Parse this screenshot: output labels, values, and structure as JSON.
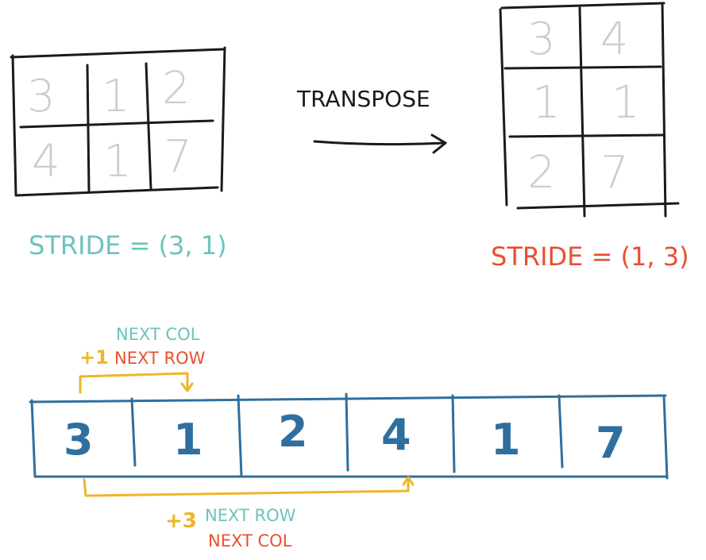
{
  "original": {
    "values": [
      [
        "3",
        "1",
        "2"
      ],
      [
        "4",
        "1",
        "7"
      ]
    ],
    "stride_label": "STRIDE = (3, 1)"
  },
  "operation": {
    "label": "TRANSPOSE"
  },
  "transposed": {
    "values": [
      [
        "3",
        "4"
      ],
      [
        "1",
        "1"
      ],
      [
        "2",
        "7"
      ]
    ],
    "stride_label": "STRIDE = (1, 3)"
  },
  "memory": {
    "values": [
      "3",
      "1",
      "2",
      "4",
      "1",
      "7"
    ]
  },
  "annotations": {
    "plus_one": "+1",
    "plus_one_line1": "NEXT COL",
    "plus_one_line2": "NEXT ROW",
    "plus_three": "+3",
    "plus_three_line1": "NEXT ROW",
    "plus_three_line2": "NEXT COL"
  },
  "colors": {
    "ink": "#1a1a1a",
    "faded_digit": "#c9cfcf",
    "teal": "#6cc3bd",
    "red": "#e8502e",
    "blue": "#2f6f9f",
    "orange": "#f0b429"
  }
}
